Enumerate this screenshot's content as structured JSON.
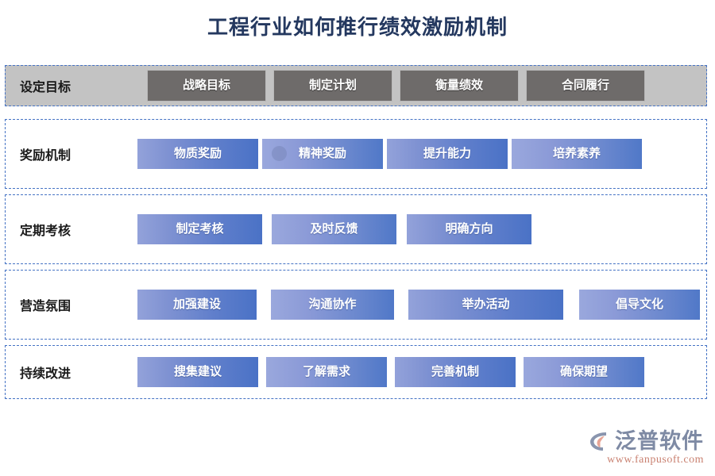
{
  "page": {
    "title": "工程行业如何推行绩效激励机制"
  },
  "rows": [
    {
      "label": "设定目标",
      "style": "grey",
      "boxes": [
        {
          "label": "战略目标",
          "width": 150,
          "gap": 22
        },
        {
          "label": "制定计划",
          "width": 150,
          "gap": 9
        },
        {
          "label": "衡量绩效",
          "width": 150,
          "gap": 9
        },
        {
          "label": "合同履行",
          "width": 150,
          "gap": 9
        }
      ]
    },
    {
      "label": "奖励机制",
      "style": "blue",
      "boxes": [
        {
          "label": "物质奖励",
          "width": 152,
          "gap": 10
        },
        {
          "label": "精神奖励",
          "width": 152,
          "gap": 5,
          "artifact": true
        },
        {
          "label": "提升能力",
          "width": 152,
          "gap": 5
        },
        {
          "label": "培养素养",
          "width": 164,
          "gap": 5
        }
      ]
    },
    {
      "label": "定期考核",
      "style": "blue",
      "boxes": [
        {
          "label": "制定考核",
          "width": 157,
          "gap": 10
        },
        {
          "label": "及时反馈",
          "width": 157,
          "gap": 12
        },
        {
          "label": "明确方向",
          "width": 157,
          "gap": 13
        }
      ]
    },
    {
      "label": "营造氛围",
      "style": "blue",
      "boxes": [
        {
          "label": "加强建设",
          "width": 150,
          "gap": 10
        },
        {
          "label": "沟通协作",
          "width": 155,
          "gap": 18
        },
        {
          "label": "举办活动",
          "width": 195,
          "gap": 18
        },
        {
          "label": "倡导文化",
          "width": 152,
          "gap": 20
        }
      ]
    },
    {
      "label": "持续改进",
      "style": "blue",
      "boxes": [
        {
          "label": "搜集建议",
          "width": 152,
          "gap": 10
        },
        {
          "label": "了解需求",
          "width": 152,
          "gap": 10
        },
        {
          "label": "完善机制",
          "width": 152,
          "gap": 10
        },
        {
          "label": "确保期望",
          "width": 152,
          "gap": 10
        }
      ]
    }
  ],
  "logo": {
    "name": "泛普软件",
    "url": "www.fanpusoft.com",
    "mark_outer_color": "#8a95ae",
    "mark_inner_color": "#e8a596"
  },
  "colors": {
    "title": "#24385f",
    "dashed_border": "#4472c4",
    "header_band": "#c3c3c3",
    "grey_box": "#6e6b6a",
    "blue_box_left": "#93a2da",
    "blue_box_right": "#4a72c6",
    "label_text": "#1a1a1a",
    "box_text": "#ffffff"
  }
}
